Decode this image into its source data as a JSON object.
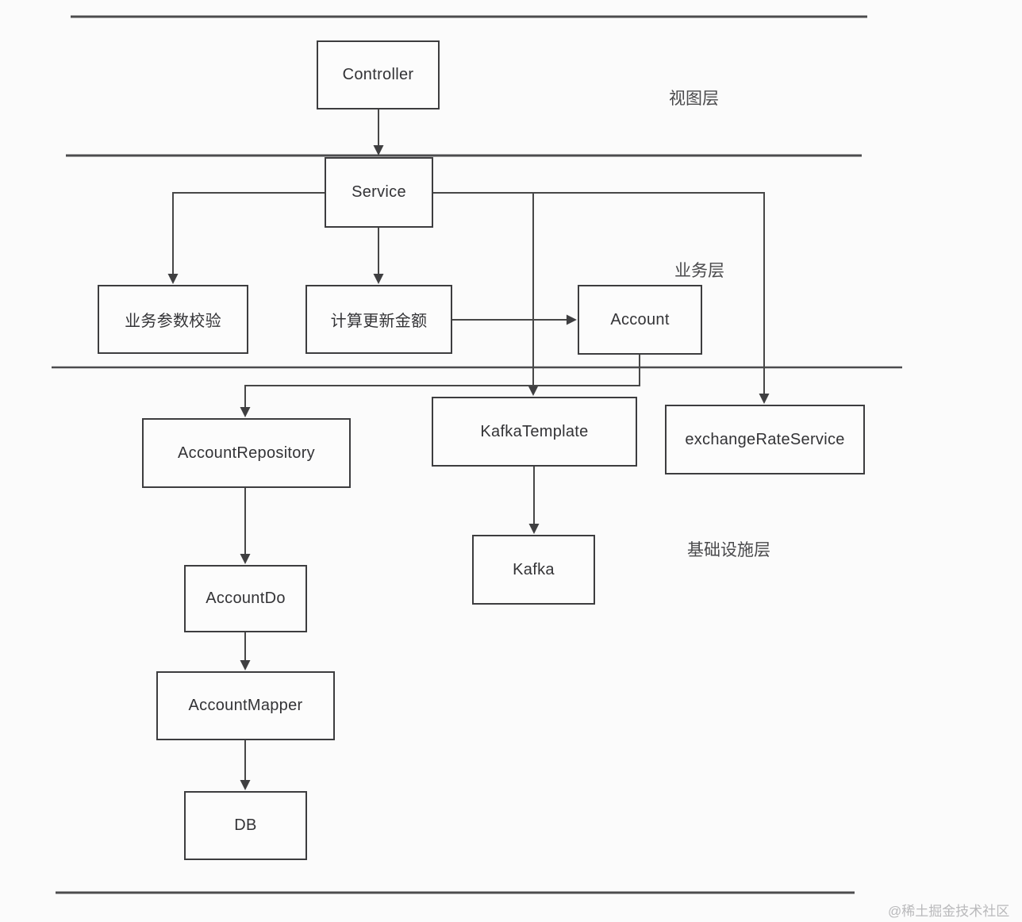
{
  "nodes": {
    "controller": "Controller",
    "service": "Service",
    "param_check": "业务参数校验",
    "calc_amount": "计算更新金额",
    "account": "Account",
    "account_repository": "AccountRepository",
    "kafka_template": "KafkaTemplate",
    "exchange_rate_service": "exchangeRateService",
    "account_do": "AccountDo",
    "kafka": "Kafka",
    "account_mapper": "AccountMapper",
    "db": "DB"
  },
  "layer_labels": {
    "view": "视图层",
    "business": "业务层",
    "infrastructure": "基础设施层"
  },
  "watermark": "@稀土掘金技术社区",
  "colors": {
    "background": "#fbfbfb",
    "box_border": "#3d3d3f",
    "connector_line": "#474747",
    "arrowhead": "#3f3f41",
    "text": "#333336",
    "watermark_text": "#b9b9bb"
  }
}
